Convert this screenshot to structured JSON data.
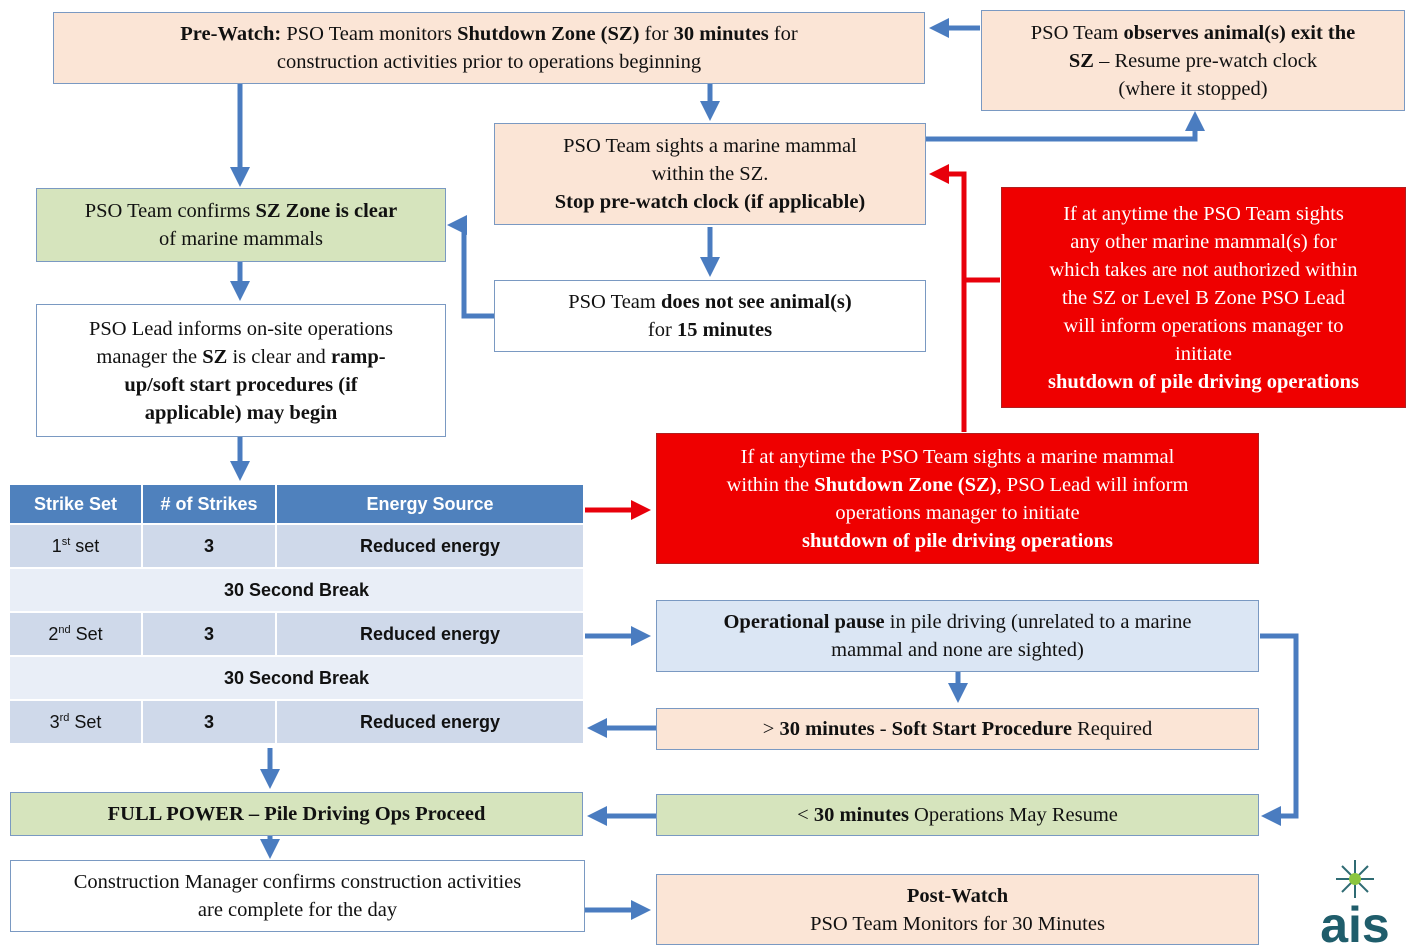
{
  "prewatch": {
    "t1": "Pre-Watch:",
    "t2": " PSO Team monitors ",
    "t3": "Shutdown Zone (SZ)",
    "t4": " for ",
    "t5": "30 minutes",
    "t6": " for",
    "t7": "construction activities prior to operations beginning"
  },
  "observes_exit": {
    "t1": "PSO Team ",
    "t2": "observes animal(s) exit the",
    "t3": "SZ",
    "t4": " – Resume pre-watch clock",
    "t5": "(where it stopped)"
  },
  "sights": {
    "t1": "PSO Team sights a marine mammal",
    "t2": "within the SZ.",
    "t3": "Stop pre-watch clock (if applicable)"
  },
  "confirms": {
    "t1": "PSO Team confirms ",
    "t2": "SZ Zone is clear",
    "t3": "of marine mammals"
  },
  "not_see": {
    "t1": "PSO Team ",
    "t2": "does not see animal(s)",
    "t3": "for ",
    "t4": "15 minutes"
  },
  "lead_informs": {
    "t1": "PSO Lead informs on-site operations",
    "t2": "manager the ",
    "t3": "SZ",
    "t4": " is clear and ",
    "t5": "ramp-",
    "t6": "up/soft start procedures (if",
    "t7": "applicable) may begin"
  },
  "red_other": {
    "lines": [
      "If at  anytime the PSO Team sights",
      "any other marine mammal(s) for",
      "which takes are not authorized within",
      "the SZ or Level B Zone PSO Lead",
      "will inform operations manager to",
      "initiate"
    ],
    "bold": "shutdown of pile driving operations"
  },
  "red_sz": {
    "t1": "If at  anytime the PSO Team sights a marine mammal",
    "t2": "within the ",
    "t3": "Shutdown Zone (SZ)",
    "t4": ", PSO Lead will inform",
    "t5": "operations manager to initiate",
    "t6": "shutdown of pile driving operations"
  },
  "table": {
    "headers": [
      "Strike Set",
      "# of Strikes",
      "Energy Source"
    ],
    "row1": {
      "n": "1",
      "sup": "st",
      "suffix": " set",
      "strikes": "3",
      "energy": "Reduced energy"
    },
    "break1": "30 Second Break",
    "row2": {
      "n": "2",
      "sup": "nd",
      "suffix": " Set",
      "strikes": "3",
      "energy": "Reduced energy"
    },
    "break2": "30 Second Break",
    "row3": {
      "n": "3",
      "sup": "rd",
      "suffix": " Set",
      "strikes": "3",
      "energy": "Reduced energy"
    }
  },
  "op_pause": {
    "t1": "Operational pause",
    "t2": " in pile driving (unrelated to a marine",
    "t3": "mammal and none are sighted)"
  },
  "gt30": {
    "t1": "> ",
    "t2": "30 minutes",
    "t3": " - ",
    "t4": "Soft Start Procedure",
    "t5": " Required"
  },
  "full_power": {
    "t1": "FULL POWER – Pile Driving Ops Proceed"
  },
  "lt30": {
    "t1": "< ",
    "t2": "30 minutes",
    "t3": " Operations May Resume"
  },
  "construction": {
    "t1": "Construction Manager confirms construction activities",
    "t2": "are complete for the day"
  },
  "postwatch": {
    "t1": "Post-Watch",
    "t2": "PSO Team Monitors for 30 Minutes"
  },
  "logo": {
    "text": "ais"
  },
  "colors": {
    "arrow_blue": "#4a7cc0",
    "arrow_red": "#e8000b",
    "header_blue": "#4f81bd"
  }
}
